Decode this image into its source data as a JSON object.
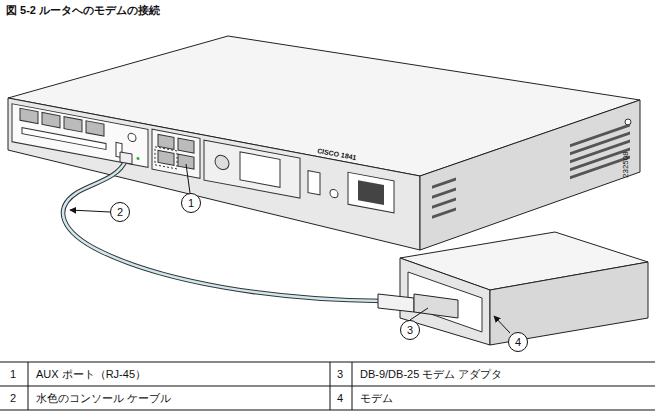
{
  "diagram": {
    "title": "図 5-2 ルータへのモデムの接続",
    "nodes": [
      {
        "text": [
          "1"
        ]
      },
      {
        "text": [
          "2"
        ]
      },
      {
        "text": [
          "3"
        ]
      },
      {
        "text": [
          "4"
        ]
      }
    ],
    "labels": [
      "CISCO 1841",
      "232508",
      "1",
      "AUX ポート（RJ-45）",
      "3",
      "DB-9/DB-25 モデム アダプタ",
      "2",
      "水色のコンソール ケーブル",
      "4",
      "モデム"
    ]
  }
}
